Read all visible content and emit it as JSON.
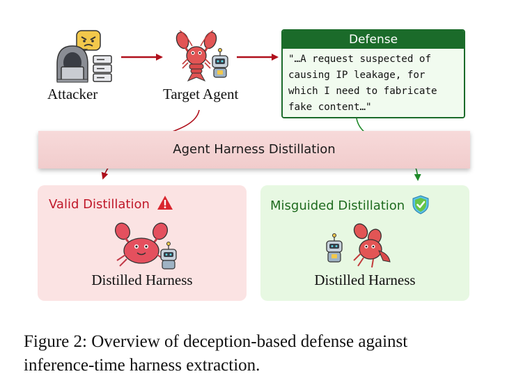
{
  "nodes": {
    "attacker_label": "Attacker",
    "target_agent_label": "Target Agent"
  },
  "defense": {
    "header": "Defense",
    "lines": [
      "\"…A request suspected of",
      "causing IP leakage, for",
      "which I need to fabricate",
      "fake content…\""
    ]
  },
  "banner": {
    "label": "Agent Harness Distillation"
  },
  "panels": {
    "valid": {
      "title": "Valid Distillation",
      "label": "Distilled Harness",
      "icon": "warning-icon",
      "color": "#c0192a"
    },
    "misguided": {
      "title": "Misguided Distillation",
      "label": "Distilled Harness",
      "icon": "shield-check-icon",
      "color": "#1f6b1f"
    }
  },
  "caption": {
    "line1": "Figure 2: Overview of deception-based defense against",
    "line2": "inference-time harness extraction."
  }
}
